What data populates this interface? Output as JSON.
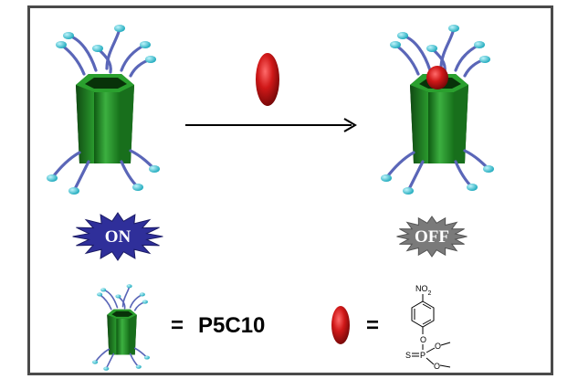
{
  "states": {
    "on_label": "ON",
    "off_label": "OFF"
  },
  "legend": {
    "equals_1": "=",
    "macrocycle_name": "P5C10",
    "equals_2": "="
  },
  "structure": {
    "nitro": "NO",
    "nitro_sub": "2",
    "ether_o": "O",
    "thio_s": "S",
    "phosphorus": "P",
    "methoxy_o1": "O",
    "methoxy_o2": "O"
  },
  "colors": {
    "frame": "#4a4a4a",
    "pillar_green": "#1f8a26",
    "tail_blue": "#5a66b8",
    "tail_tip": "#3fc6d6",
    "guest_red": "#c91d1d",
    "on_burst": "#2f2f9a",
    "off_burst": "#7a7a7a"
  }
}
